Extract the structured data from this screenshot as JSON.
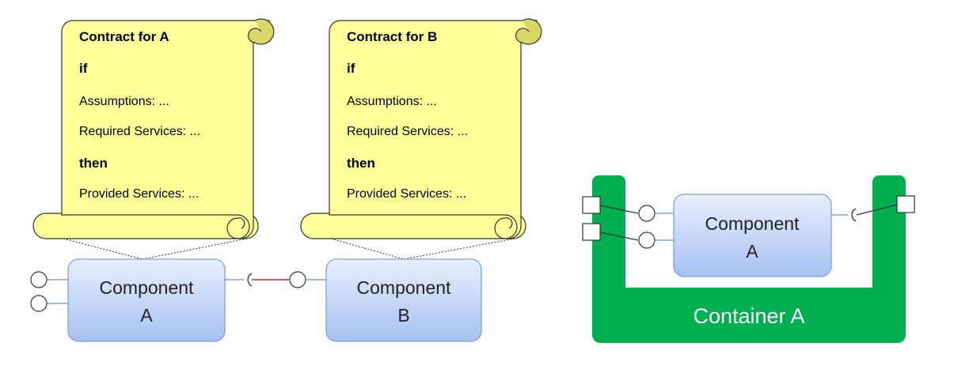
{
  "scroll_a": {
    "title": "Contract for A",
    "if_label": "if",
    "assumptions": "Assumptions: ...",
    "required": "Required Services: ...",
    "then_label": "then",
    "provided": "Provided Services: ..."
  },
  "scroll_b": {
    "title": "Contract for B",
    "if_label": "if",
    "assumptions": "Assumptions: ...",
    "required": "Required Services: ...",
    "then_label": "then",
    "provided": "Provided Services: ..."
  },
  "component_a": {
    "line1": "Component",
    "line2": "A"
  },
  "component_b": {
    "line1": "Component",
    "line2": "B"
  },
  "container": {
    "label": "Container A",
    "component": {
      "line1": "Component",
      "line2": "A"
    }
  },
  "colors": {
    "scroll_fill": "#ffff99",
    "scroll_stroke": "#333333",
    "component_fill_top": "#e3ecfc",
    "component_fill_bottom": "#a9c4f2",
    "component_stroke": "#7da2dc",
    "connector": "#6a8fd0",
    "red_link": "#e02020",
    "container_green": "#00b050"
  }
}
